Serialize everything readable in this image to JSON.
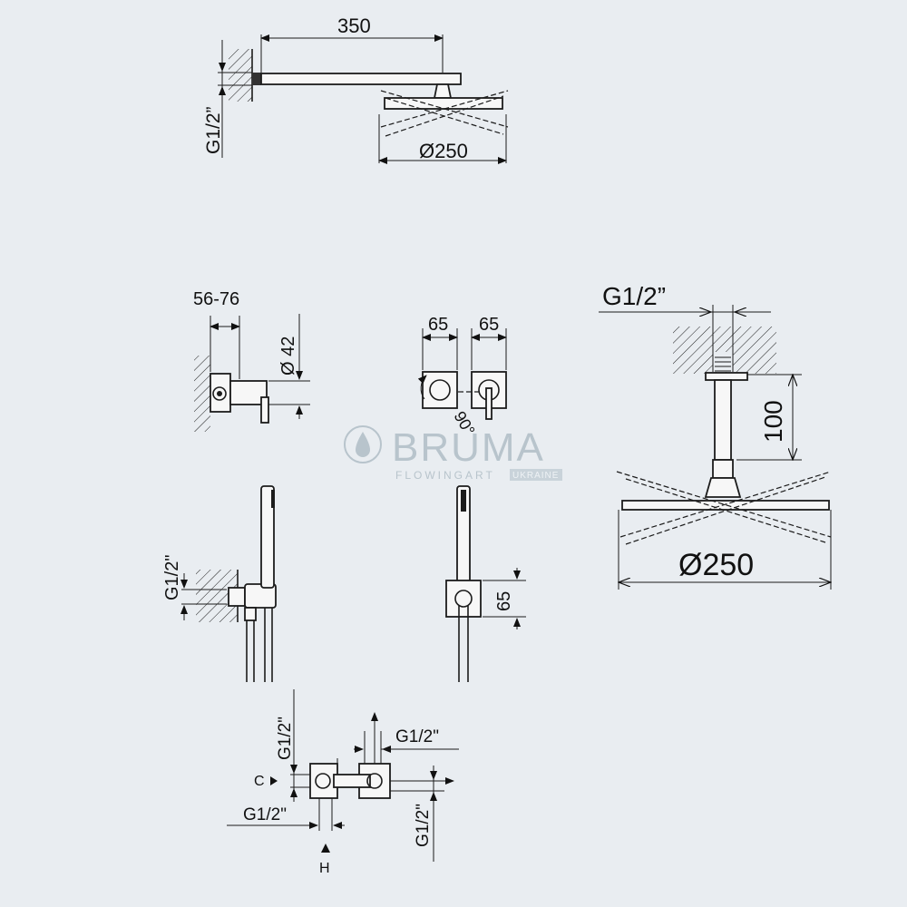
{
  "watermark": {
    "brand": "BRUMA",
    "tagline": "FLOWINGART",
    "region": "UKRAINE",
    "color": "#b8c4cc"
  },
  "dimensions": {
    "arm_length": "350",
    "wall_thread_top": "G1/2”",
    "head_diameter_top": "Ø250",
    "mixer_depth": "56-76",
    "rosette_diameter": "Ø 42",
    "plate_width_left": "65",
    "plate_width_right": "65",
    "rotation_angle": "90°",
    "ceiling_thread": "G1/2”",
    "ceiling_drop": "100",
    "head_diameter_right": "Ø250",
    "handshower_thread": "G1/2\"",
    "bracket_height": "65",
    "box_outlet_top": "G1/2\"",
    "box_outlet_right": "G1/2\"",
    "box_outlet_left_up": "G1/2\"",
    "box_inlet_bottom": "G1/2\"",
    "cold_label": "C",
    "hot_label": "H"
  }
}
